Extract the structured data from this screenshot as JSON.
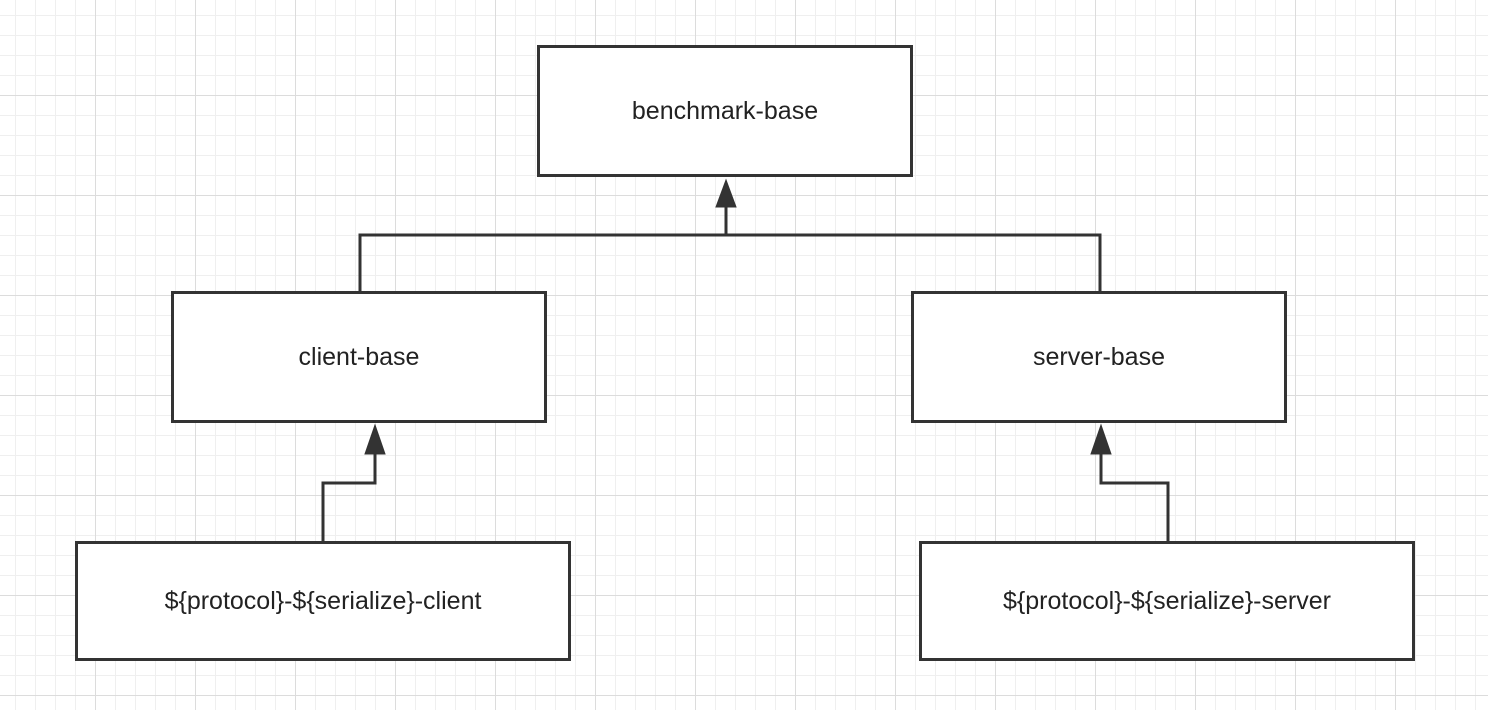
{
  "diagram": {
    "nodes": {
      "benchmark_base": "benchmark-base",
      "client_base": "client-base",
      "server_base": "server-base",
      "protocol_serialize_client": "${protocol}-${serialize}-client",
      "protocol_serialize_server": "${protocol}-${serialize}-server"
    },
    "edges": [
      {
        "from": "client-base",
        "to": "benchmark-base"
      },
      {
        "from": "server-base",
        "to": "benchmark-base"
      },
      {
        "from": "${protocol}-${serialize}-client",
        "to": "client-base"
      },
      {
        "from": "${protocol}-${serialize}-server",
        "to": "server-base"
      }
    ],
    "colors": {
      "stroke": "#333333",
      "grid": "#dcdcdc",
      "background": "#ffffff"
    }
  }
}
